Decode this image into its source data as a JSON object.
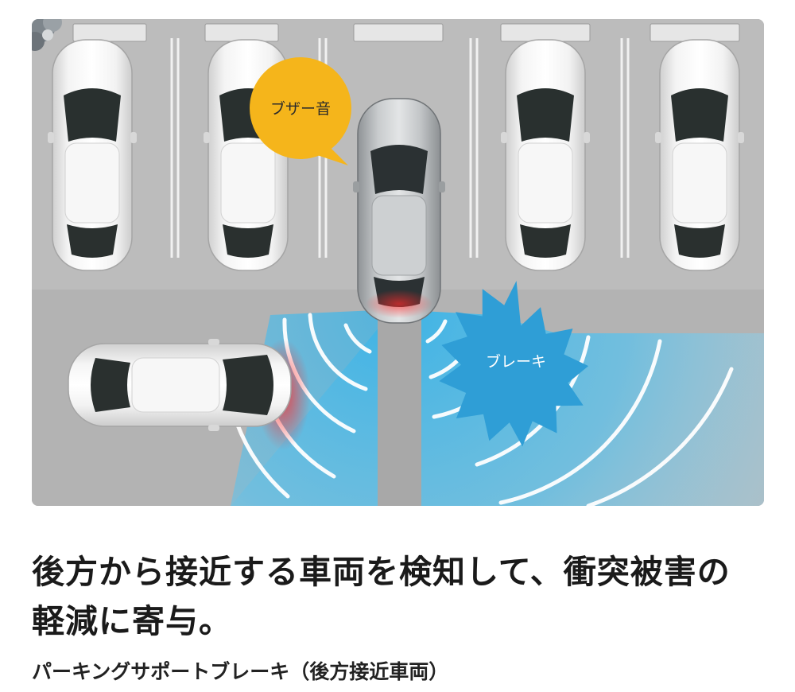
{
  "illustration": {
    "callouts": {
      "buzzer": "ブザー音",
      "brake": "ブレーキ"
    },
    "colors": {
      "pavement": "#b9b9b9",
      "lane": "#a9a9a9",
      "sensor_blue": "#3db4e6",
      "buzzer_yellow": "#f5b51b",
      "brake_blue": "#2f9ed6",
      "warning_red": "#e8322f"
    }
  },
  "headline": "後方から接近する車両を検知して、衝突被害の軽減に寄与。",
  "caption": "パーキングサポートブレーキ（後方接近車両）"
}
